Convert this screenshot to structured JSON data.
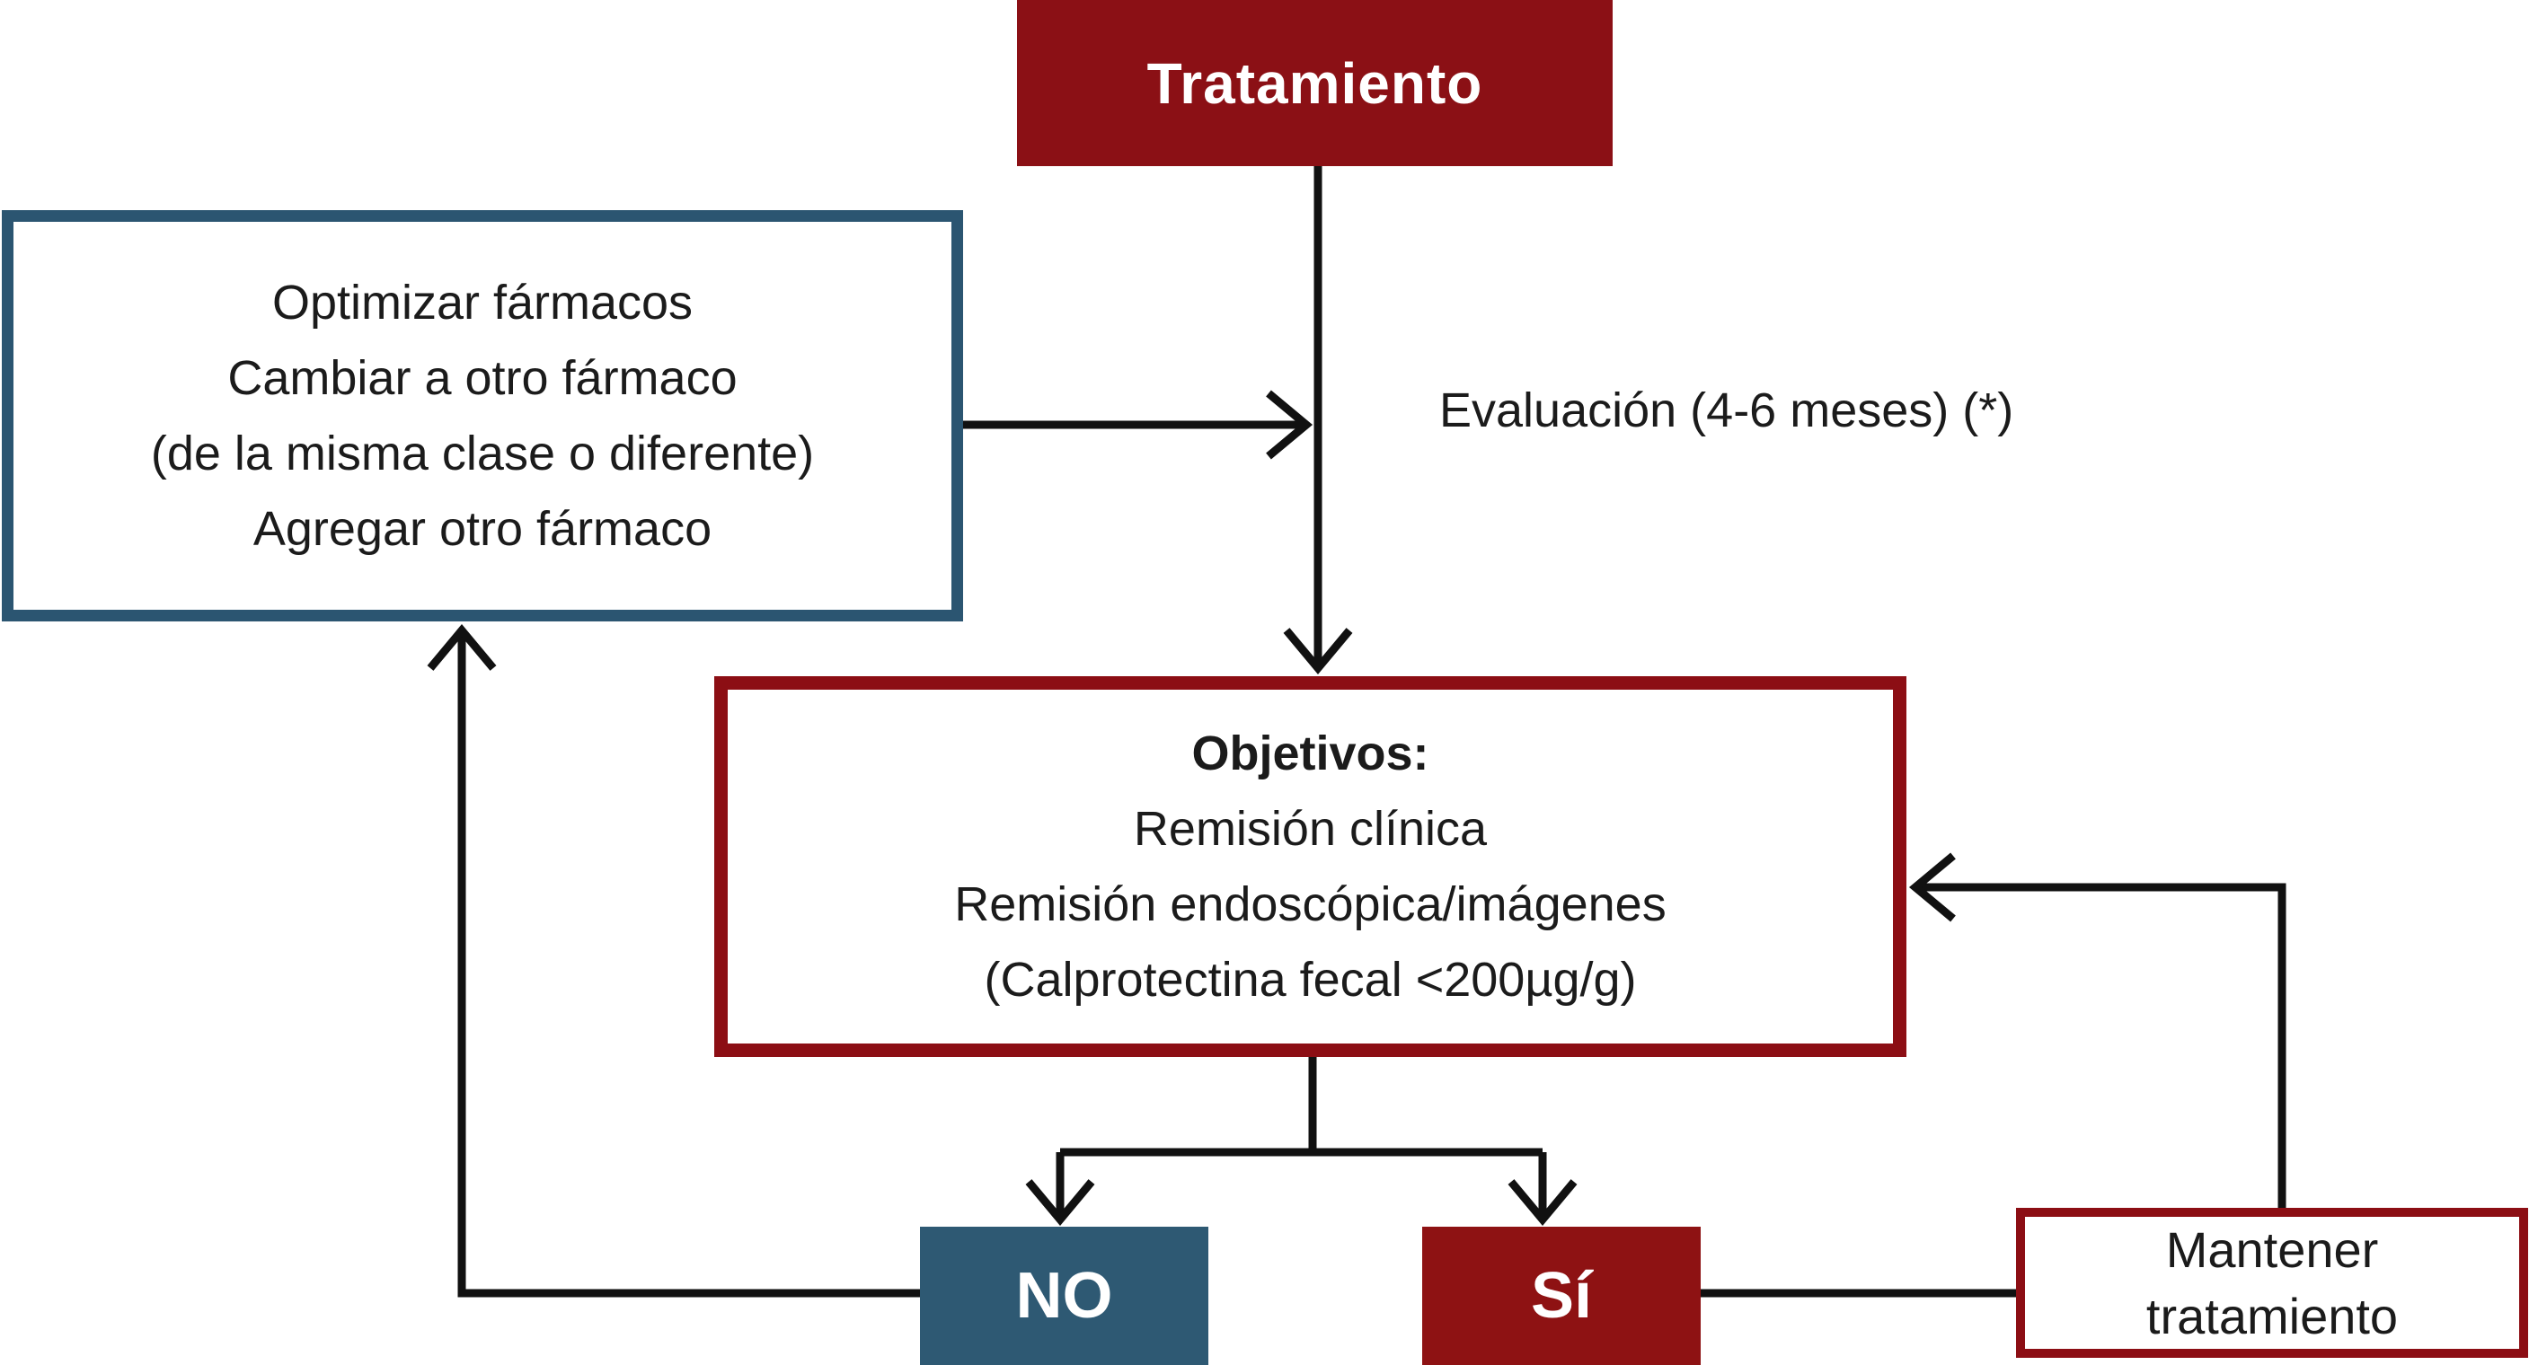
{
  "diagram": {
    "colors": {
      "dark_red": "#8B1015",
      "si_red": "#8E1213",
      "red_border": "#8C0E14",
      "blue_fill": "#2E5973",
      "blue_border": "#2B5571",
      "line": "#111111",
      "ink": "#1B1B1B"
    },
    "nodes": {
      "tratamiento": {
        "label": "Tratamiento"
      },
      "optimizar": {
        "lines": [
          "Optimizar fármacos",
          "Cambiar a otro fármaco",
          "(de la misma clase o diferente)",
          "Agregar otro fármaco"
        ]
      },
      "evaluacion": {
        "label": "Evaluación (4-6 meses) (*)"
      },
      "objetivos": {
        "heading": "Objetivos:",
        "lines": [
          "Remisión clínica",
          "Remisión endoscópica/imágenes",
          "(Calprotectina fecal <200µg/g)"
        ]
      },
      "no": {
        "label": "NO"
      },
      "si": {
        "label": "Sí"
      },
      "mantener": {
        "lines": [
          "Mantener",
          "tratamiento"
        ]
      }
    }
  }
}
